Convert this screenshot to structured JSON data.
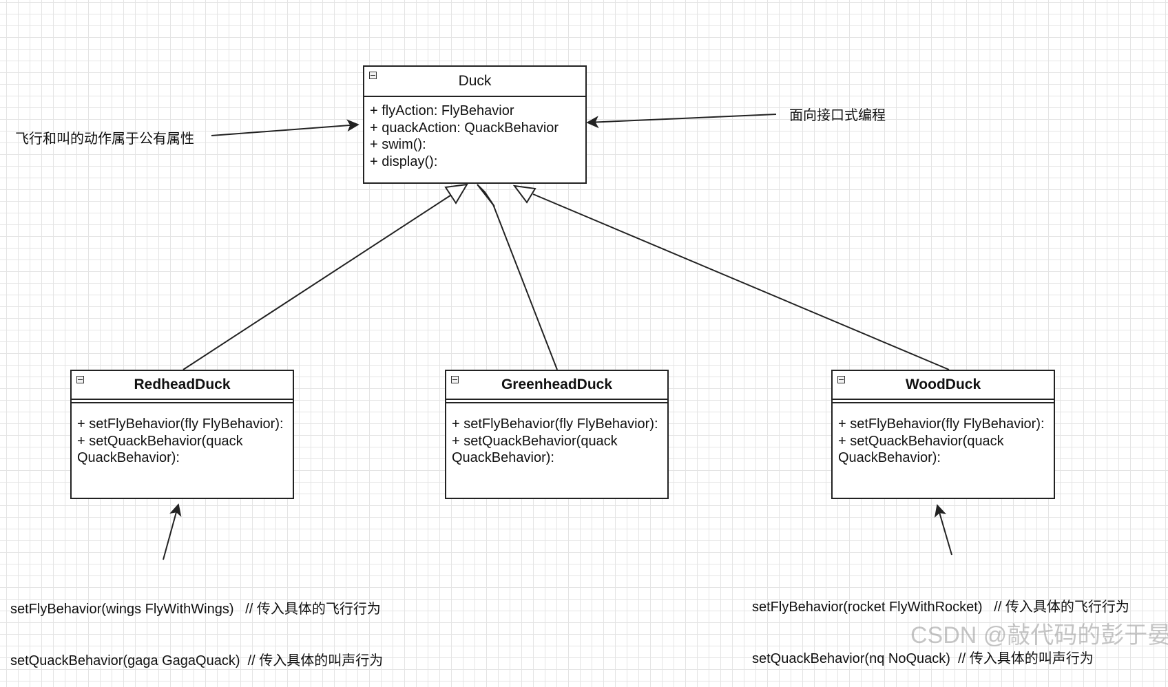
{
  "duck": {
    "name": "Duck",
    "members": [
      "+ flyAction: FlyBehavior",
      "+ quackAction: QuackBehavior",
      "+ swim():",
      "+ display():"
    ]
  },
  "subclasses": [
    {
      "name": "RedheadDuck",
      "methods": [
        "+ setFlyBehavior(fly FlyBehavior):",
        "+ setQuackBehavior(quack",
        "QuackBehavior):"
      ]
    },
    {
      "name": "GreenheadDuck",
      "methods": [
        "+ setFlyBehavior(fly FlyBehavior):",
        "+ setQuackBehavior(quack",
        "QuackBehavior):"
      ]
    },
    {
      "name": "WoodDuck",
      "methods": [
        "+ setFlyBehavior(fly FlyBehavior):",
        "+ setQuackBehavior(quack",
        "QuackBehavior):"
      ]
    }
  ],
  "notes": {
    "left": "飞行和叫的动作属于公有属性",
    "right": "面向接口式编程",
    "redhead": [
      "setFlyBehavior(wings FlyWithWings)   // 传入具体的飞行行为",
      "setQuackBehavior(gaga GagaQuack)  // 传入具体的叫声行为"
    ],
    "wood": [
      "setFlyBehavior(rocket FlyWithRocket)   // 传入具体的飞行行为",
      "setQuackBehavior(nq NoQuack)  // 传入具体的叫声行为"
    ]
  },
  "watermark": "CSDN @敲代码的彭于晏p",
  "colors": {
    "line": "#222222",
    "grid": "#e4e4e4"
  }
}
